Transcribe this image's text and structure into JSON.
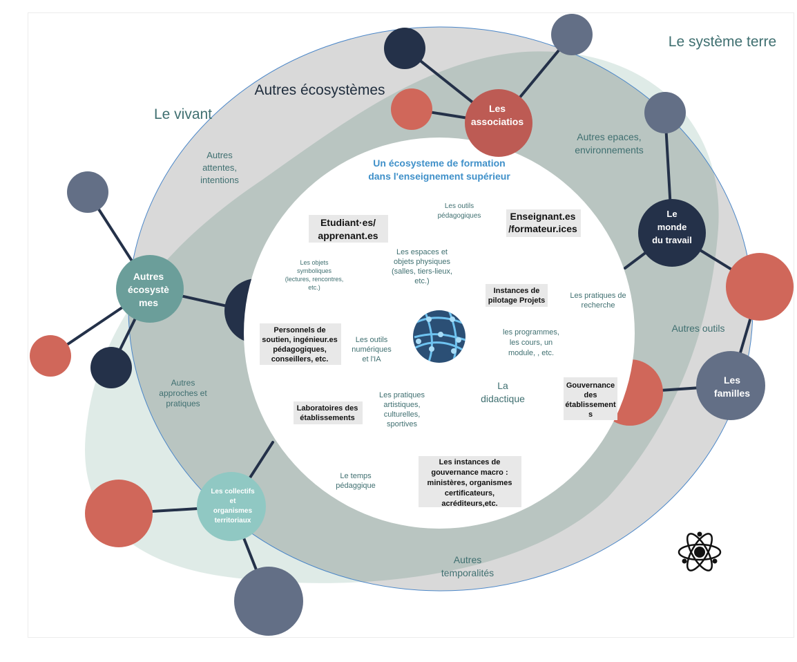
{
  "title": "Un écosysteme de formation dans l'enseignement supérieur",
  "title_lines": [
    "Un écosysteme de formation",
    "dans l'enseignement supérieur"
  ],
  "outer_labels": {
    "systeme_terre": "Le système terre",
    "vivant": "Le vivant",
    "autres_ecosystemes": "Autres écosystèmes"
  },
  "ring_labels": [
    {
      "id": "autres-attentes",
      "lines": [
        "Autres",
        "attentes,",
        "intentions"
      ]
    },
    {
      "id": "autres-epaces",
      "lines": [
        "Autres epaces,",
        "environnements"
      ]
    },
    {
      "id": "autres-outils",
      "lines": [
        "Autres outils"
      ]
    },
    {
      "id": "autres-approches",
      "lines": [
        "Autres",
        "approches et",
        "pratiques"
      ]
    },
    {
      "id": "autres-temporalites",
      "lines": [
        "Autres",
        "temporalités"
      ]
    }
  ],
  "nodes": [
    {
      "id": "associations",
      "lines": [
        "Les",
        "associatios"
      ]
    },
    {
      "id": "monde-travail",
      "lines": [
        "Le",
        "monde",
        "du travail"
      ]
    },
    {
      "id": "familles",
      "lines": [
        "Les",
        "familles"
      ]
    },
    {
      "id": "autres-ecosystemes-node",
      "lines": [
        "Autres",
        "écosystè",
        "mes"
      ]
    },
    {
      "id": "collectifs",
      "lines": [
        "Les collectifs",
        "et",
        "organismes",
        "territoriaux"
      ]
    }
  ],
  "boxes": [
    {
      "id": "etudiants",
      "lines": [
        "Etudiant·es/",
        "apprenant.es"
      ]
    },
    {
      "id": "enseignants",
      "lines": [
        "Enseignant.es",
        "/formateur.ices"
      ]
    },
    {
      "id": "instances-pilotage",
      "lines": [
        "Instances de",
        "pilotage Projets"
      ]
    },
    {
      "id": "personnels",
      "lines": [
        "Personnels de",
        "soutien, ingénieur.es",
        "pédagogiques,",
        "conseillers, etc."
      ]
    },
    {
      "id": "gouvernance-etab",
      "lines": [
        "Gouvernance",
        "des",
        "établissement",
        "s"
      ]
    },
    {
      "id": "laboratoires",
      "lines": [
        "Laboratoires des",
        "établissements"
      ]
    },
    {
      "id": "instances-macro",
      "lines": [
        "Les instances de",
        "gouvernance macro :",
        "ministères, organismes",
        "certificateurs,",
        "acréditeurs,etc."
      ]
    }
  ],
  "inner_texts": [
    {
      "id": "outils-pedagogiques",
      "lines": [
        "Les outils",
        "pédagogiques"
      ]
    },
    {
      "id": "espaces-objets",
      "lines": [
        "Les espaces et",
        "objets physiques",
        "(salles, tiers-lieux,",
        "etc.)"
      ]
    },
    {
      "id": "objets-symboliques",
      "lines": [
        "Les objets",
        "symboliques",
        "(lectures, rencontres,",
        "etc.)"
      ]
    },
    {
      "id": "pratiques-recherche",
      "lines": [
        "Les pratiques de",
        "recherche"
      ]
    },
    {
      "id": "outils-numeriques",
      "lines": [
        "Les outils",
        "numériques",
        "et l'IA"
      ]
    },
    {
      "id": "programmes",
      "lines": [
        "les programmes,",
        "les cours, un",
        "module, , etc."
      ]
    },
    {
      "id": "didactique",
      "lines": [
        "La",
        "didactique"
      ]
    },
    {
      "id": "pratiques-artistiques",
      "lines": [
        "Les pratiques",
        "artistiques,",
        "culturelles,",
        "sportives"
      ]
    },
    {
      "id": "temps-pedagogique",
      "lines": [
        "Le temps",
        "pédaggique"
      ]
    }
  ],
  "colors": {
    "navy": "#243149",
    "slate": "#636f86",
    "coral": "#d0675a",
    "coral_associations": "#bd5b54",
    "teal_light": "#90c8c3",
    "teal_node": "#6b9e9a",
    "gray_ring": "#d9d9d9",
    "green_blob": "#dfebe7",
    "title_blue": "#3f90c9",
    "label_teal": "#3f6f70",
    "box_gray": "#e8e8e8"
  },
  "icons": [
    "network-globe-icon",
    "atom-icon"
  ]
}
